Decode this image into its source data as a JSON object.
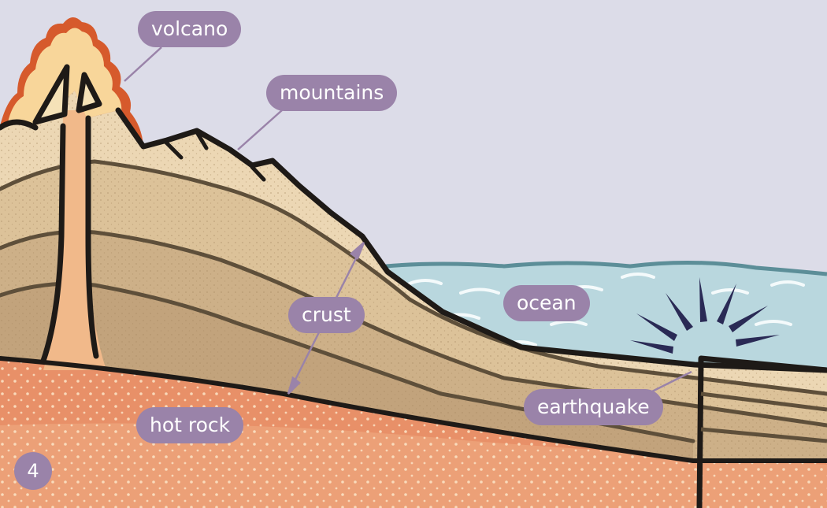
{
  "labels": {
    "volcano": "volcano",
    "mountains": "mountains",
    "crust": "crust",
    "ocean": "ocean",
    "earthquake": "earthquake",
    "hot_rock": "hot rock"
  },
  "page_number": "4",
  "colors": {
    "sky": "#dcdce8",
    "label_bg": "#9a83a9",
    "label_text": "#ffffff",
    "outline": "#1e1a17",
    "crust_light": "#ecd7b4",
    "crust_mid": "#dcc299",
    "crust_dark": "#cdb088",
    "hot_rock": "#e89068",
    "hot_rock_light": "#eea57c",
    "magma": "#f1b98a",
    "lava_edge": "#d65a2c",
    "lava_core": "#f8d69a",
    "ocean": "#b9d7de",
    "ocean_dark": "#7ba6ae",
    "leader_line": "#9a83a9"
  }
}
